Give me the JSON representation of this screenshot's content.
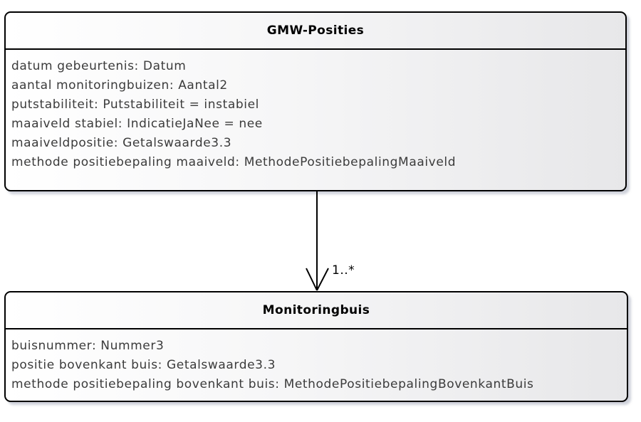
{
  "diagram": {
    "type": "uml-class-diagram",
    "classes": [
      {
        "name": "GMW-Posities",
        "attributes": [
          "datum gebeurtenis: Datum",
          "aantal monitoringbuizen: Aantal2",
          "putstabiliteit: Putstabiliteit = instabiel",
          "maaiveld stabiel: IndicatieJaNee = nee",
          "maaiveldpositie: Getalswaarde3.3",
          "methode positiebepaling maaiveld: MethodePositiebepalingMaaiveld"
        ]
      },
      {
        "name": "Monitoringbuis",
        "attributes": [
          "buisnummer: Nummer3",
          "positie bovenkant buis: Getalswaarde3.3",
          "methode positiebepaling bovenkant buis: MethodePositiebepalingBovenkantBuis"
        ]
      }
    ],
    "association": {
      "multiplicity": "1..*"
    },
    "colors": {
      "box_fill_left": "#ffffff",
      "box_fill_right": "#e7e7e9",
      "border": "#000000",
      "shadow": "#a8adbe",
      "attribute_text": "#3b3b3b",
      "title_text": "#000000"
    }
  }
}
